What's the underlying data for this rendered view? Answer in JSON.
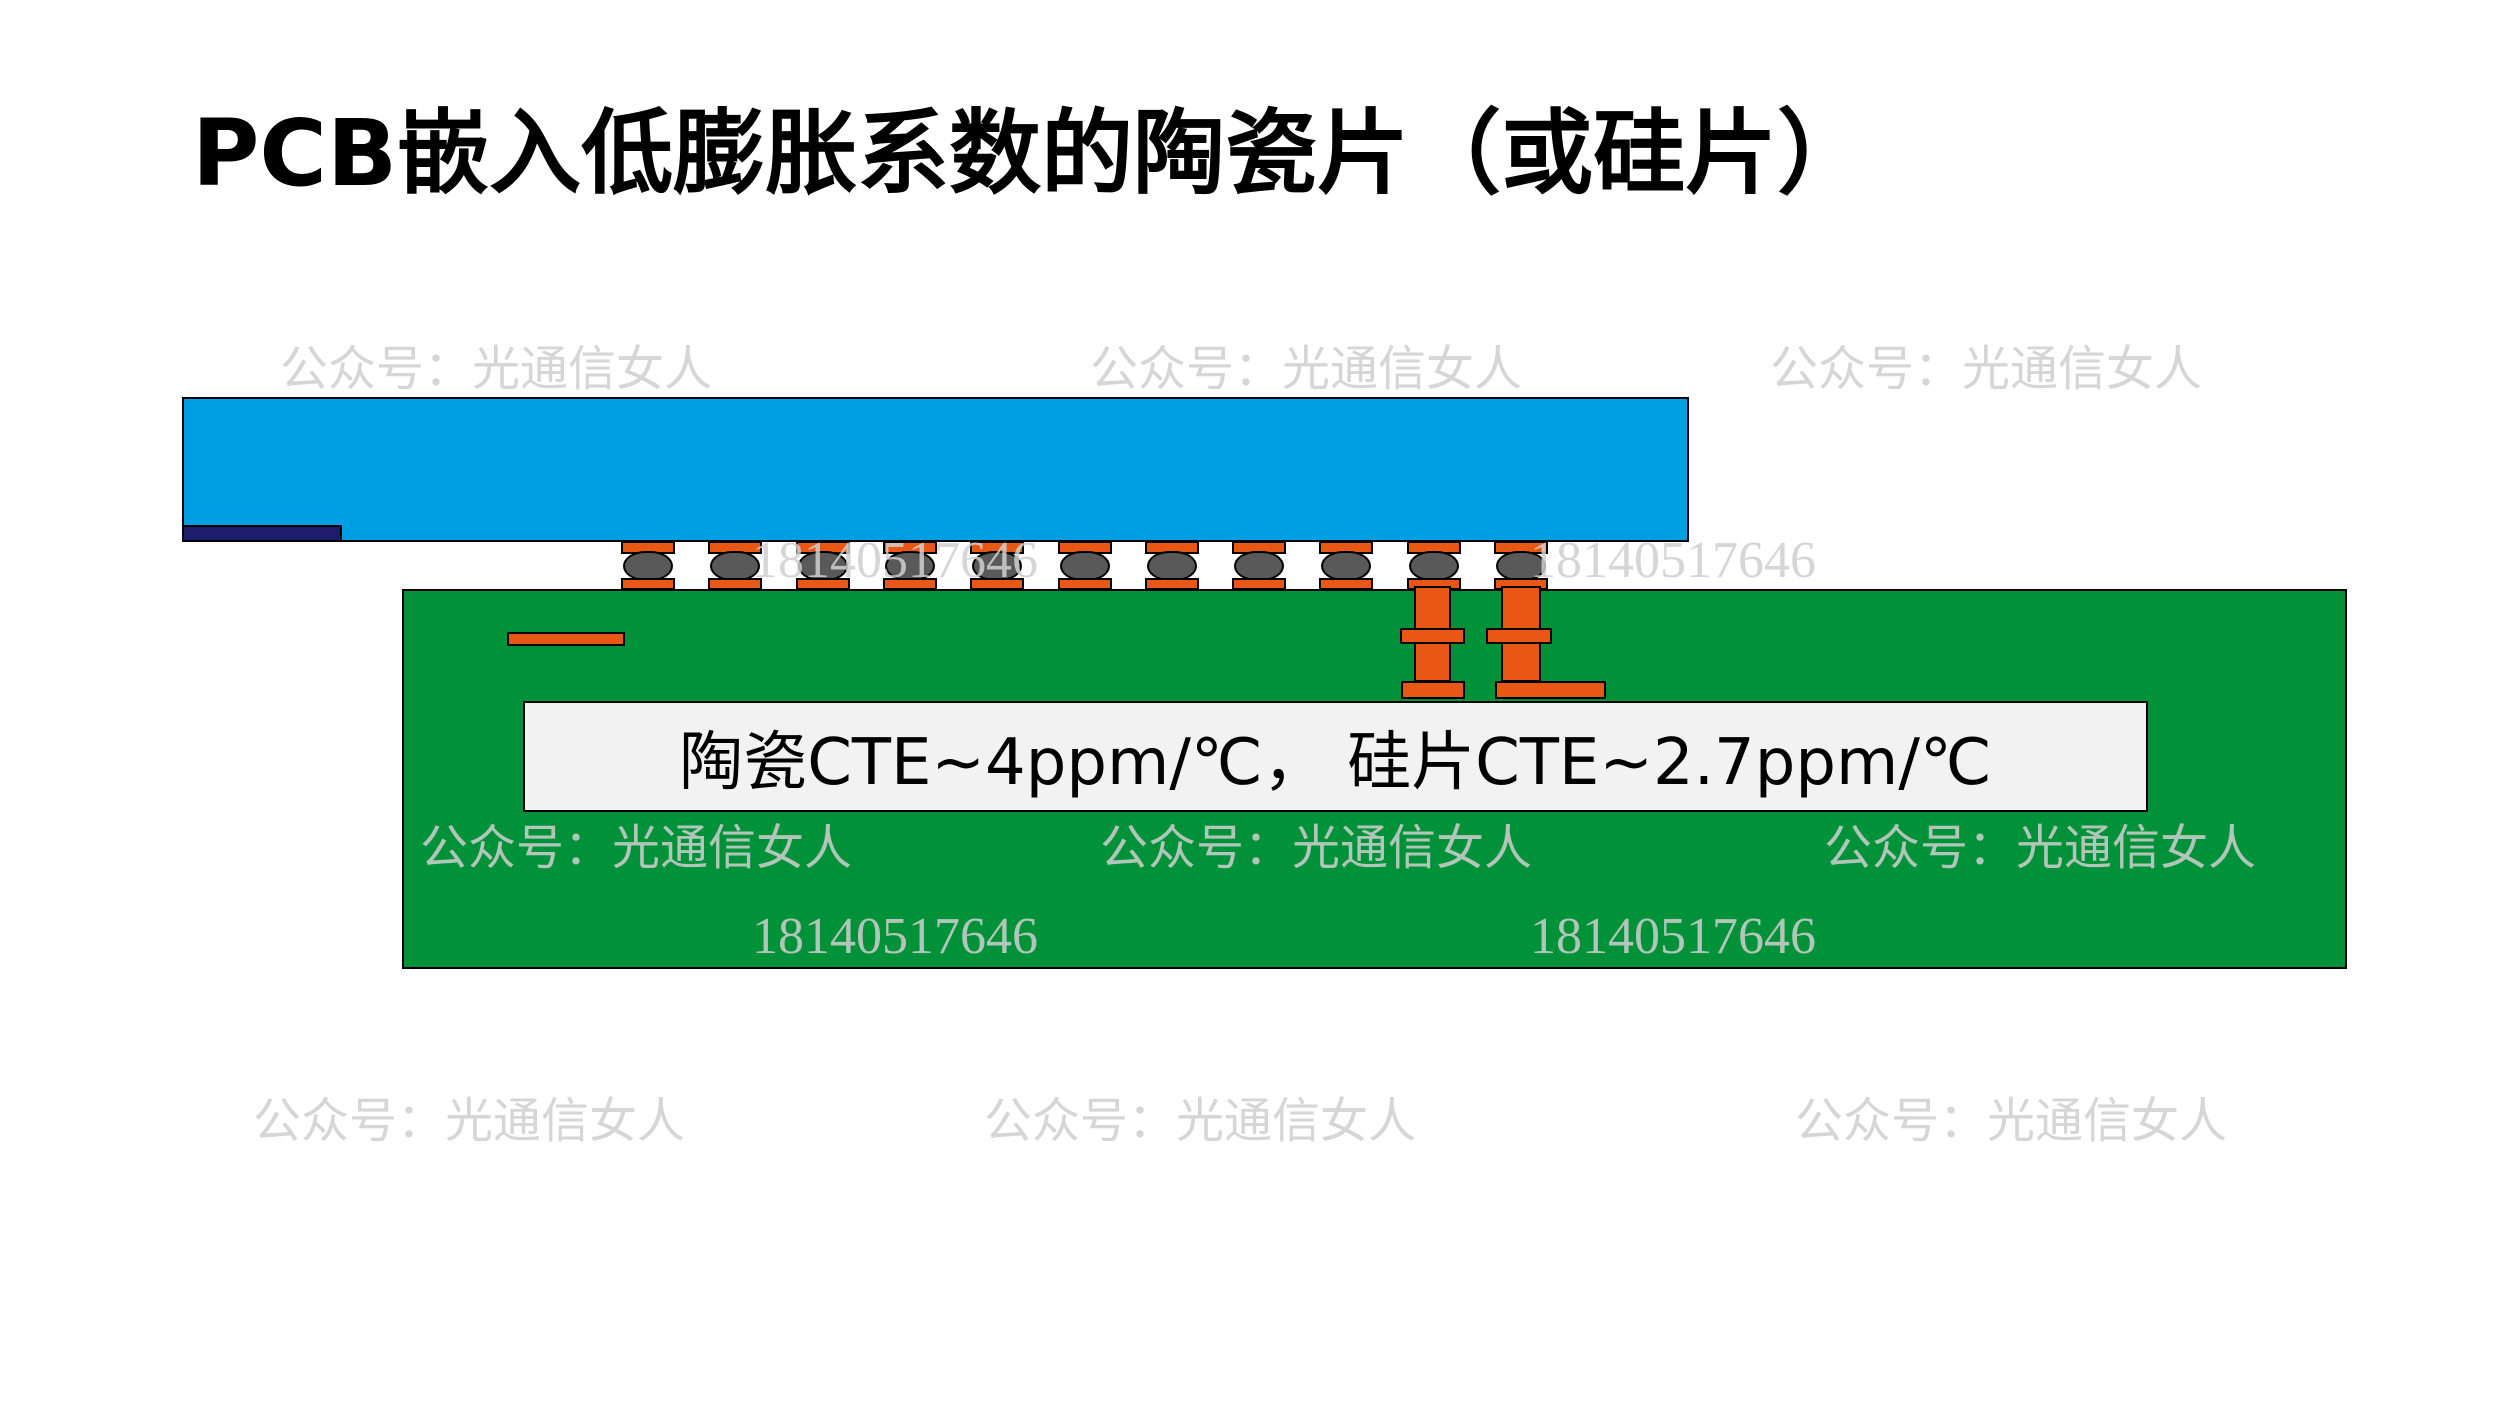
{
  "title": "PCB嵌入低膨胀系数的陶瓷片（或硅片）",
  "label": "陶瓷CTE~4ppm/℃， 硅片CTE~2.7ppm/℃",
  "bump_count": 11,
  "colors": {
    "die": "#009fe3",
    "pcb": "#009139",
    "copper": "#e85814",
    "solder": "#595959",
    "label_box": "#f2f2f2"
  },
  "watermarks": {
    "account": "公众号：光通信女人",
    "phone": "18140517646"
  }
}
